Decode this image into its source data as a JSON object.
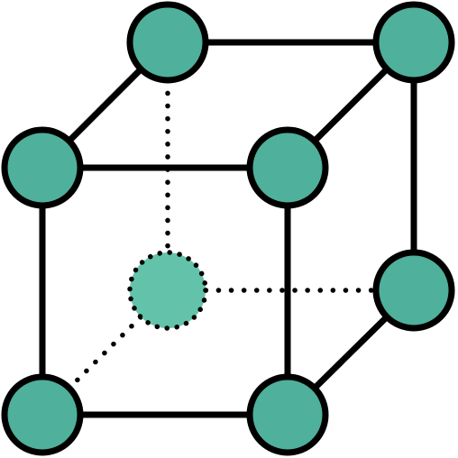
{
  "diagram": {
    "colors": {
      "stroke": "#000000",
      "node_fill": "#4fb09b",
      "hidden_node_fill": "#63c3aa",
      "background": "#ffffff"
    },
    "visible_nodes": [
      "front-top-left",
      "front-top-right",
      "front-bottom-left",
      "front-bottom-right",
      "back-top-left",
      "back-top-right",
      "back-bottom-right"
    ],
    "hidden_nodes": [
      "back-bottom-left"
    ],
    "solid_edges": [
      [
        "front-top-left",
        "front-top-right"
      ],
      [
        "front-top-right",
        "front-bottom-right"
      ],
      [
        "front-bottom-right",
        "front-bottom-left"
      ],
      [
        "front-bottom-left",
        "front-top-left"
      ],
      [
        "back-top-left",
        "back-top-right"
      ],
      [
        "back-top-right",
        "back-bottom-right"
      ],
      [
        "front-top-left",
        "back-top-left"
      ],
      [
        "front-top-right",
        "back-top-right"
      ],
      [
        "front-bottom-right",
        "back-bottom-right"
      ]
    ],
    "dotted_edges": [
      [
        "back-top-left",
        "back-bottom-left"
      ],
      [
        "back-bottom-left",
        "back-bottom-right"
      ],
      [
        "back-bottom-left",
        "front-bottom-left"
      ]
    ]
  }
}
